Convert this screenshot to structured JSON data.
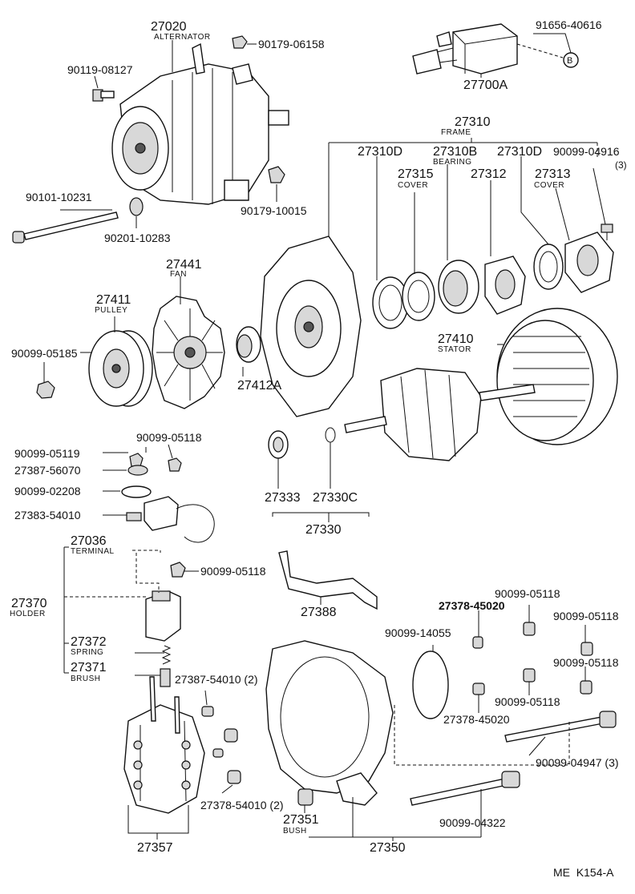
{
  "labels": {
    "p27020": "27020",
    "p27020_sub": "ALTERNATOR",
    "p90179_06158": "90179-06158",
    "p91656_40616": "91656-40616",
    "pB": "B",
    "p90119_08127": "90119-08127",
    "p27700A": "27700A",
    "p27310": "27310",
    "p27310_sub": "FRAME",
    "p27310D_a": "27310D",
    "p27310B": "27310B",
    "p27310B_sub": "BEARING",
    "p27310D_b": "27310D",
    "p90099_04916": "90099-04916",
    "p90099_04916_q": "(3)",
    "p27315": "27315",
    "p27315_sub": "COVER",
    "p27312": "27312",
    "p27313": "27313",
    "p27313_sub": "COVER",
    "p90101_10231": "90101-10231",
    "p90179_10015": "90179-10015",
    "p90201_10283": "90201-10283",
    "p27441": "27441",
    "p27441_sub": "FAN",
    "p27411": "27411",
    "p27411_sub": "PULLEY",
    "p27410": "27410",
    "p27410_sub": "STATOR",
    "p90099_05185": "90099-05185",
    "p27412A": "27412A",
    "p90099_05119": "90099-05119",
    "p90099_05118_a": "90099-05118",
    "p27387_56070": "27387-56070",
    "p90099_02208": "90099-02208",
    "p27383_54010": "27383-54010",
    "p27333": "27333",
    "p27330C": "27330C",
    "p27330": "27330",
    "p27036": "27036",
    "p27036_sub": "TERMINAL",
    "p90099_05118_b": "90099-05118",
    "p27370": "27370",
    "p27370_sub": "HOLDER",
    "p27388": "27388",
    "p90099_05118_c": "90099-05118",
    "p27378_45020_a": "27378-45020",
    "p90099_05118_d": "90099-05118",
    "p90099_14055": "90099-14055",
    "p27372": "27372",
    "p27372_sub": "SPRING",
    "p90099_05118_e": "90099-05118",
    "p27371": "27371",
    "p27371_sub": "BRUSH",
    "p27387_54010": "27387-54010 (2)",
    "p90099_05118_f": "90099-05118",
    "p27378_45020_b": "27378-45020",
    "p90099_04947": "90099-04947 (3)",
    "p27378_54010": "27378-54010 (2)",
    "p27351": "27351",
    "p27351_sub": "BUSH",
    "p90099_04322": "90099-04322",
    "p27357": "27357",
    "p27350": "27350",
    "page_code": "ME  K154-A"
  }
}
